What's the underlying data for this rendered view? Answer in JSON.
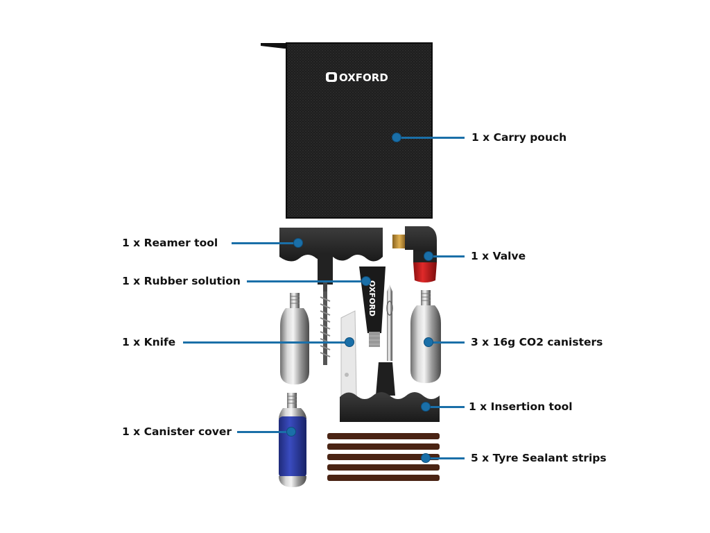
{
  "brand": {
    "logo_text": "OXFORD",
    "tube_text": "OXFORD"
  },
  "labels": {
    "carry_pouch": "1 x Carry pouch",
    "reamer_tool": "1 x Reamer tool",
    "valve": "1 x Valve",
    "rubber_solution": "1 x Rubber solution",
    "knife": "1 x Knife",
    "co2_canisters": "3 x 16g CO2 canisters",
    "insertion_tool": "1 x Insertion tool",
    "canister_cover": "1 x Canister cover",
    "sealant_strips": "5 x Tyre Sealant strips"
  },
  "colors": {
    "accent": "#1a6fa8",
    "pouch": "#1c1c1c",
    "tool_handle": "#2a2a2a",
    "valve_red": "#d42020",
    "canister_cover": "#2b3a9c",
    "sealant_strip": "#4a2414"
  }
}
